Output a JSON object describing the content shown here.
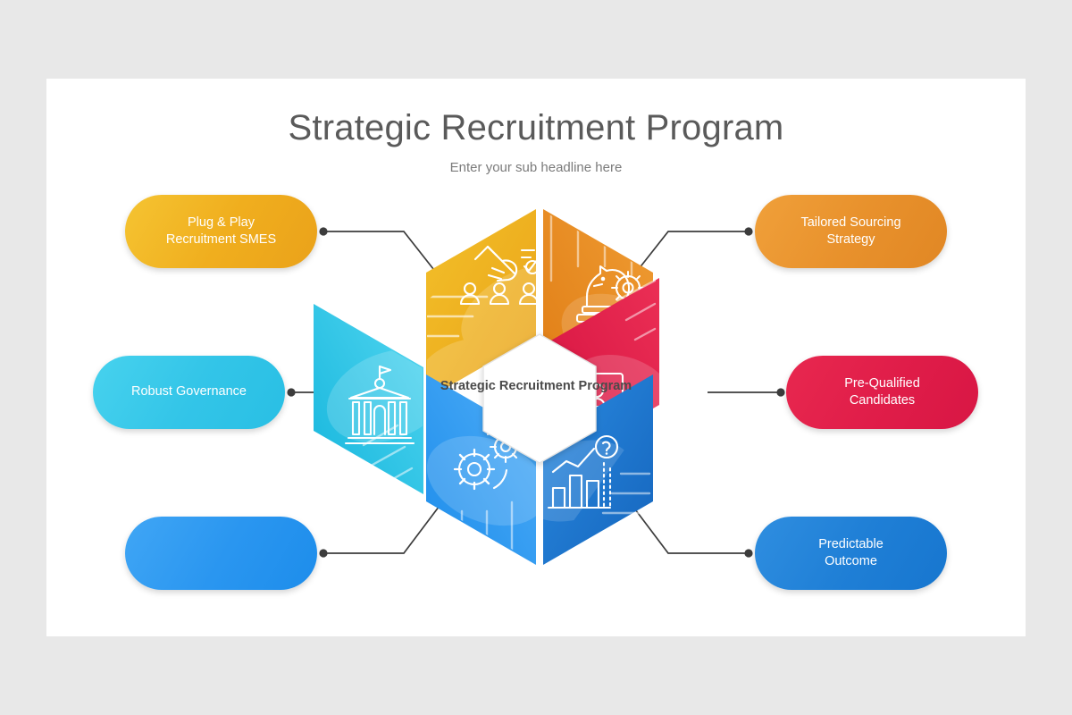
{
  "header": {
    "title": "Strategic Recruitment Program",
    "subtitle": "Enter your sub headline here"
  },
  "center": {
    "line1": "Strategic",
    "line2": "Recruitment",
    "line3": "Program"
  },
  "colors": {
    "background": "#e8e8e8",
    "canvas": "#ffffff",
    "title_text": "#5a5a5a",
    "subtitle_text": "#7b7b7b",
    "connector": "#3c3c3c",
    "yellow": "#efad1e",
    "orange": "#e8912c",
    "crimson": "#e01d49",
    "blue_dark": "#1f7fd6",
    "blue_light": "#2a96f0",
    "cyan": "#33c5e8"
  },
  "pills": [
    {
      "id": "plug-play",
      "position": "top-left",
      "line1": "Plug & Play",
      "line2": "Recruitment SMES",
      "color": "#efad1e"
    },
    {
      "id": "governance",
      "position": "middle-left",
      "line1": "Robust Governance",
      "line2": "",
      "color": "#33c5e8"
    },
    {
      "id": "empty",
      "position": "bottom-left",
      "line1": "",
      "line2": "",
      "color": "#2a96f0"
    },
    {
      "id": "sourcing",
      "position": "top-right",
      "line1": "Tailored Sourcing",
      "line2": "Strategy",
      "color": "#e8912c"
    },
    {
      "id": "prequalified",
      "position": "middle-right",
      "line1": "Pre-Qualified",
      "line2": "Candidates",
      "color": "#e01d49"
    },
    {
      "id": "predictable",
      "position": "bottom-right",
      "line1": "Predictable",
      "line2": "Outcome",
      "color": "#1f7fd6"
    }
  ],
  "segments": [
    {
      "id": "seg-yellow",
      "icon": "hand-selecting-people-icon",
      "color": "#efad1e"
    },
    {
      "id": "seg-orange",
      "icon": "chess-knight-gear-icon",
      "color": "#e8912c"
    },
    {
      "id": "seg-crimson",
      "icon": "id-badge-pencil-icon",
      "color": "#e01d49"
    },
    {
      "id": "seg-blue-dark",
      "icon": "bar-chart-question-icon",
      "color": "#1f7fd6"
    },
    {
      "id": "seg-blue-light",
      "icon": "gears-icon",
      "color": "#2a96f0"
    },
    {
      "id": "seg-cyan",
      "icon": "institution-building-icon",
      "color": "#33c5e8"
    }
  ]
}
